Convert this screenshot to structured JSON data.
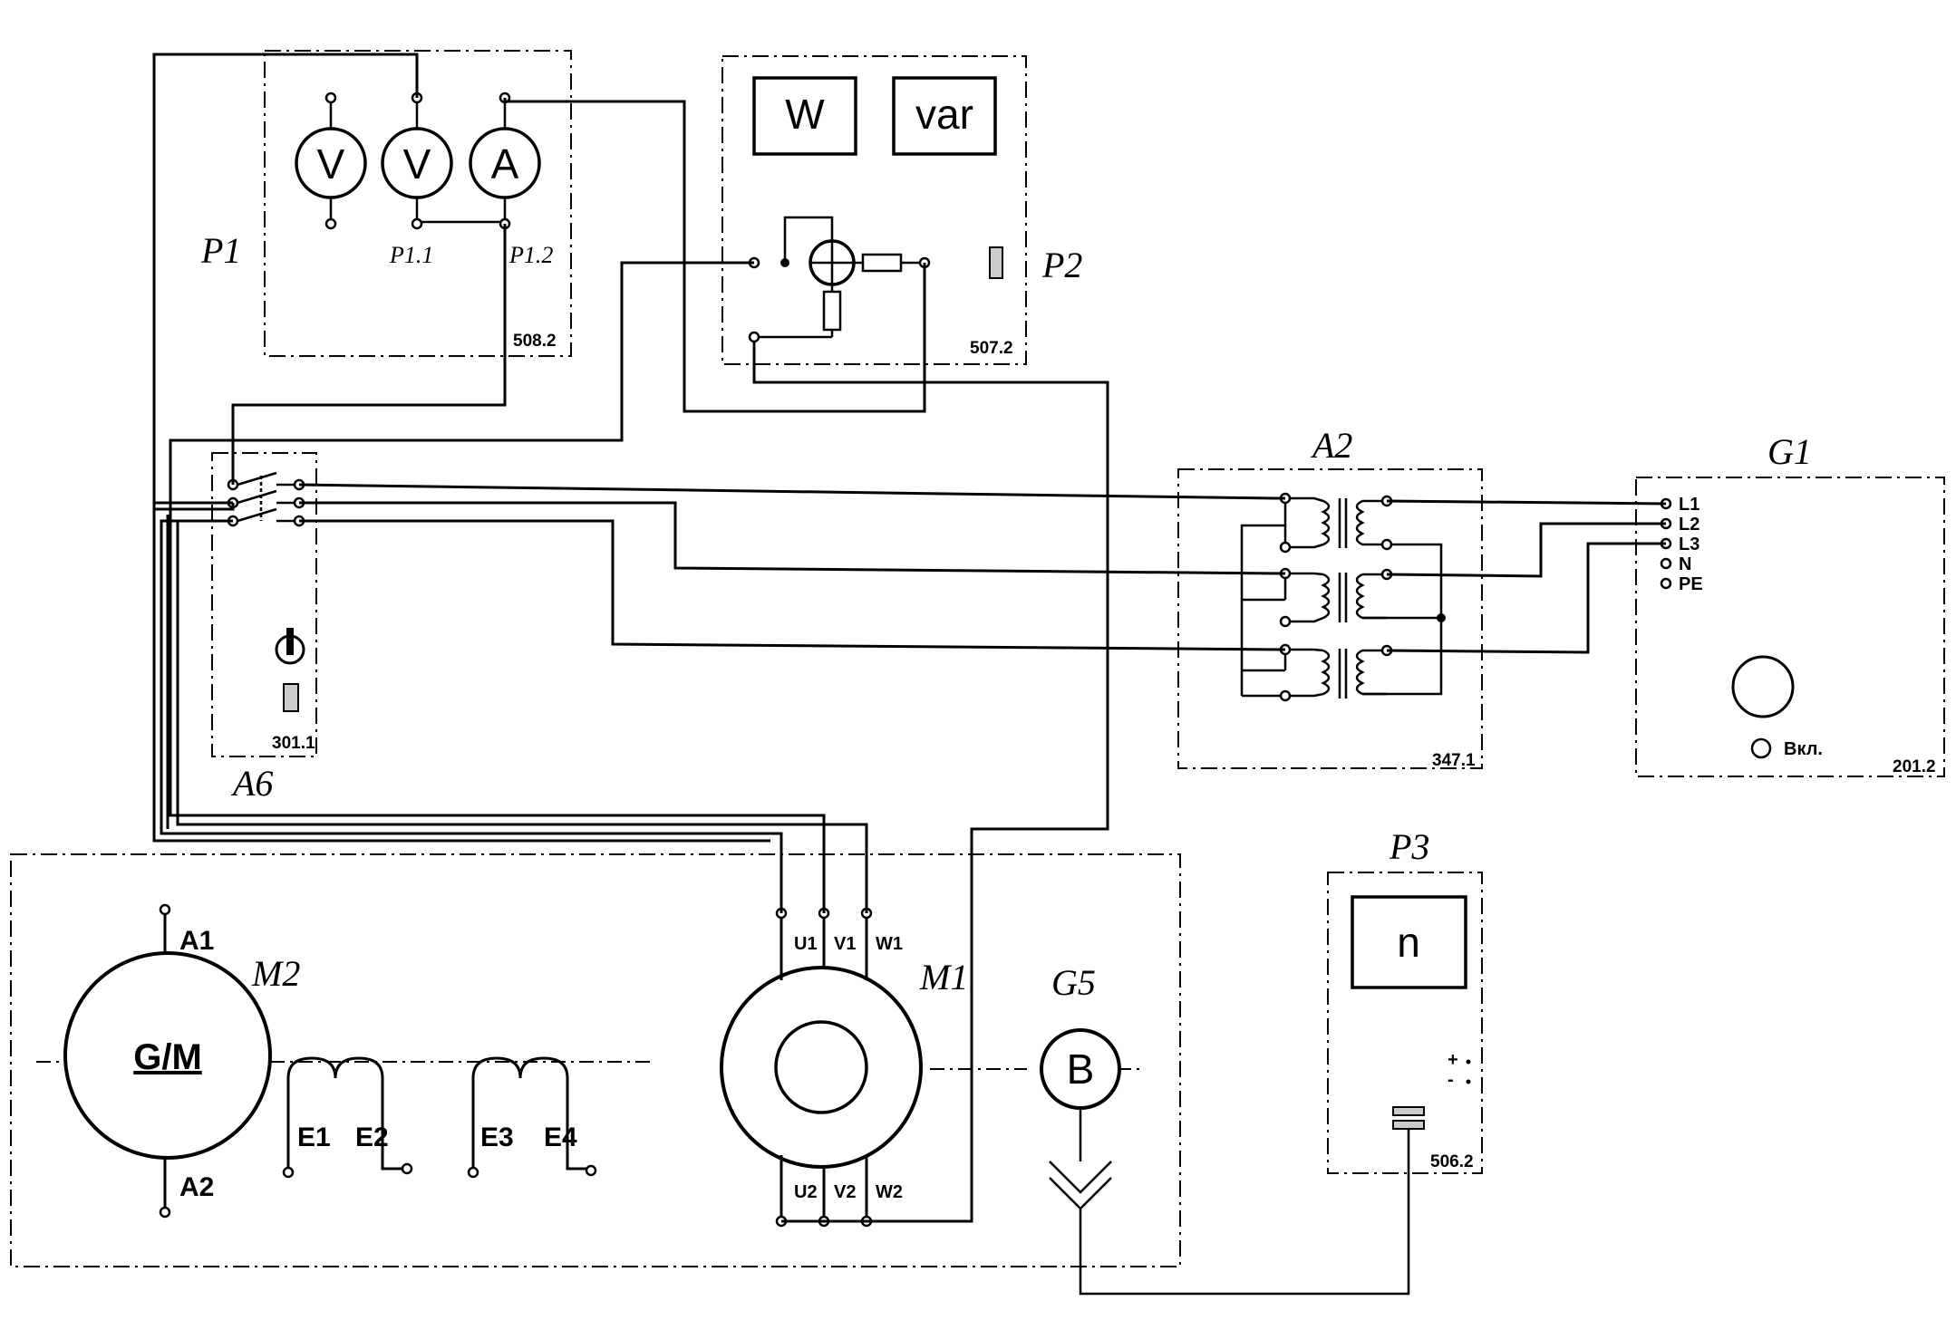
{
  "blocks": {
    "p1": {
      "label": "P1",
      "code": "508.2",
      "meters": [
        "V",
        "V",
        "A"
      ],
      "term_1": "P1.1",
      "term_2": "P1.2"
    },
    "p2": {
      "label": "P2",
      "code": "507.2",
      "display_w": "W",
      "display_var": "var"
    },
    "a6": {
      "label": "A6",
      "code": "301.1"
    },
    "a2": {
      "label": "A2",
      "code": "347.1"
    },
    "g1": {
      "label": "G1",
      "code": "201.2",
      "terminals": [
        "L1",
        "L2",
        "L3",
        "N",
        "PE"
      ],
      "switch_label": "Вкл."
    },
    "p3": {
      "label": "P3",
      "code": "506.2",
      "display": "n",
      "plus": "+",
      "minus": "-"
    },
    "m1": {
      "label": "M1",
      "top_terminals": [
        "U1",
        "V1",
        "W1"
      ],
      "bottom_terminals": [
        "U2",
        "V2",
        "W2"
      ]
    },
    "m2": {
      "label": "M2",
      "symbol": "G/M",
      "a1": "A1",
      "a2": "A2",
      "windings": [
        "E1",
        "E2",
        "E3",
        "E4"
      ]
    },
    "g5": {
      "label": "G5",
      "symbol": "B"
    }
  }
}
